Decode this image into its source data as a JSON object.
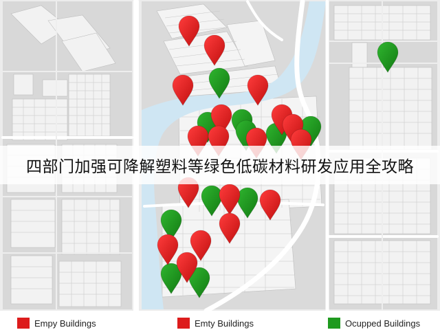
{
  "headline": "四部门加强可降解塑料等绿色低碳材料研发应用全攻略",
  "colors": {
    "empty": "#dd1c1c",
    "occupied": "#1f9a1f",
    "land": "#d9d9d9",
    "river": "#cfe6f3",
    "road": "#ffffff",
    "block": "#f3f3f3"
  },
  "markers": {
    "empty": [
      [
        275,
        38
      ],
      [
        312,
        66
      ],
      [
        266,
        124
      ],
      [
        375,
        124
      ],
      [
        322,
        167
      ],
      [
        410,
        167
      ],
      [
        288,
        198
      ],
      [
        318,
        198
      ],
      [
        373,
        201
      ],
      [
        426,
        181
      ],
      [
        438,
        203
      ],
      [
        274,
        273
      ],
      [
        334,
        283
      ],
      [
        393,
        291
      ],
      [
        334,
        325
      ],
      [
        292,
        350
      ],
      [
        244,
        356
      ],
      [
        272,
        382
      ]
    ],
    "occupied": [
      [
        319,
        114
      ],
      [
        564,
        76
      ],
      [
        302,
        178
      ],
      [
        352,
        174
      ],
      [
        358,
        190
      ],
      [
        402,
        194
      ],
      [
        452,
        184
      ],
      [
        308,
        285
      ],
      [
        360,
        288
      ],
      [
        249,
        320
      ],
      [
        249,
        398
      ],
      [
        290,
        404
      ]
    ]
  },
  "legend": [
    {
      "label": "Empy Buildings",
      "color": "#dd1c1c"
    },
    {
      "label": "Emty Buildings",
      "color": "#dd1c1c"
    },
    {
      "label": "Ocupped Buildings",
      "color": "#1f9a1f"
    }
  ]
}
